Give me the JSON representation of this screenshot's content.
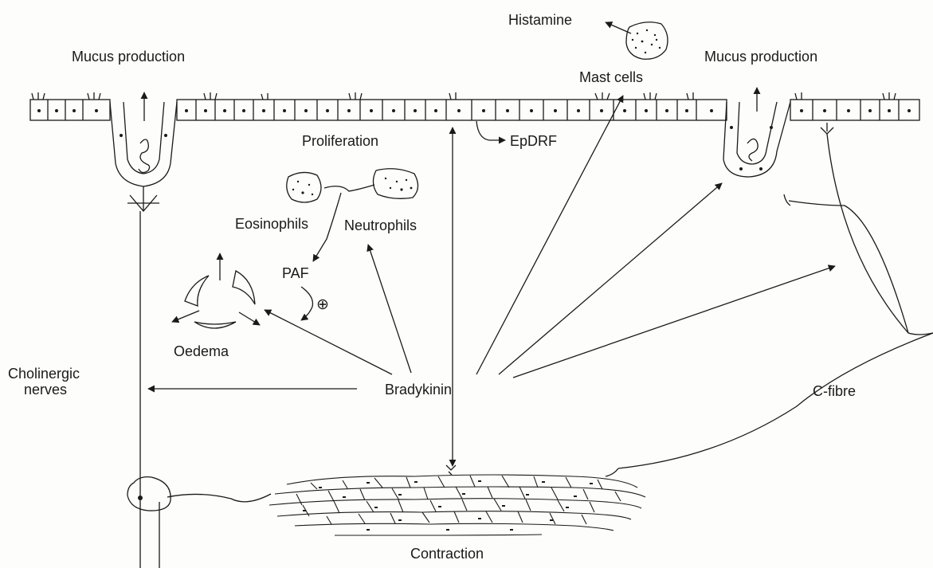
{
  "labels": {
    "histamine": "Histamine",
    "mucus_left": "Mucus production",
    "mucus_right": "Mucus production",
    "mast_cells": "Mast cells",
    "proliferation": "Proliferation",
    "epdrf": "EpDRF",
    "eosinophils": "Eosinophils",
    "neutrophils": "Neutrophils",
    "paf": "PAF",
    "plus": "⊕",
    "oedema": "Oedema",
    "cholinergic_line1": "Cholinergic",
    "cholinergic_line2": "nerves",
    "bradykinin": "Bradykinin",
    "cfibre": "C-fibre",
    "contraction": "Contraction"
  },
  "colors": {
    "ink": "#1a1a1a",
    "background": "#fdfdfb"
  }
}
